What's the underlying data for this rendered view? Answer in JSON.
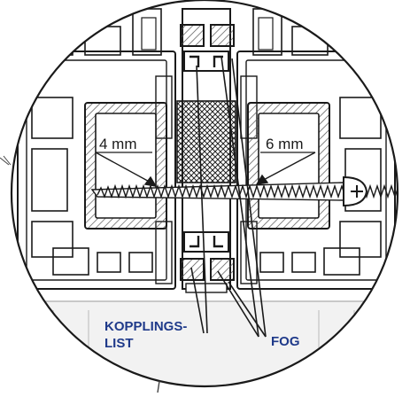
{
  "labels": {
    "dim_left": "4 mm",
    "dim_right": "6 mm",
    "coupling_line1": "KOPPLINGS-",
    "coupling_line2": "LIST",
    "joint": "FOG"
  },
  "colors": {
    "line": "#1a1a1a",
    "label_blue": "#1f3a8a",
    "hatch": "#444444",
    "paper": "#ffffff",
    "tint": "#eeeeee"
  },
  "icons": {
    "screw": "screw-icon",
    "screw_head": "phillips-screw-head-icon"
  }
}
